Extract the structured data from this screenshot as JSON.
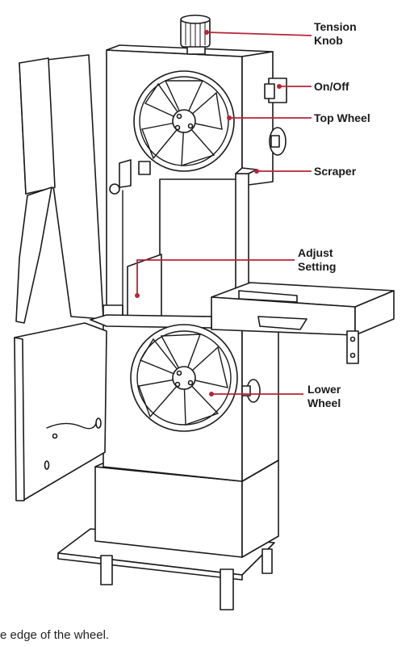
{
  "labels": {
    "tension_knob_line1": "Tension",
    "tension_knob_line2": "Knob",
    "on_off": "On/Off",
    "top_wheel": "Top Wheel",
    "scraper": "Scraper",
    "adjust_setting_line1": "Adjust",
    "adjust_setting_line2": "Setting",
    "lower_wheel_line1": "Lower",
    "lower_wheel_line2": "Wheel"
  },
  "caption": "e edge of the wheel.",
  "colors": {
    "leader_line": "#b5243a",
    "outline": "#1a1a1a",
    "background": "#ffffff"
  }
}
